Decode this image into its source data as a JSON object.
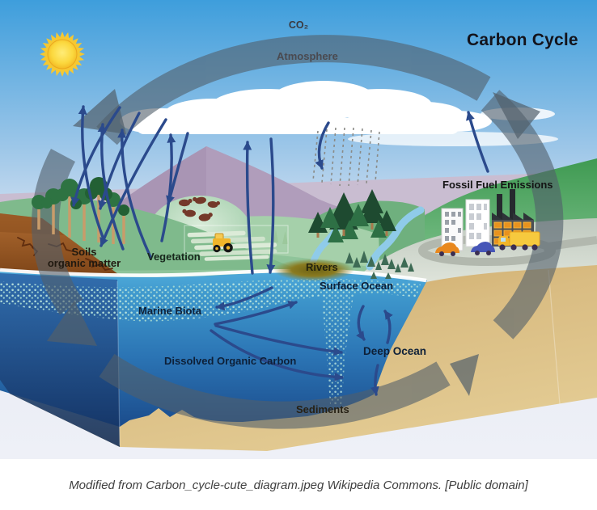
{
  "title": "Carbon Cycle",
  "caption": "Modified from Carbon_cycle-cute_diagram.jpeg Wikipedia Commons. [Public domain]",
  "labels": {
    "co2": "CO₂",
    "atmosphere": "Atmosphere",
    "fossil_fuel_emissions": "Fossil Fuel Emissions",
    "soils_line1": "Soils",
    "soils_line2": "organic matter",
    "vegetation": "Vegetation",
    "rivers": "Rivers",
    "surface_ocean": "Surface Ocean",
    "marine_biota": "Marine Biota",
    "dissolved_organic_carbon": "Dissolved Organic Carbon",
    "deep_ocean": "Deep Ocean",
    "sediments": "Sediments"
  },
  "scene_elements": [
    "sun-icon",
    "cloud-icon",
    "rain-icon",
    "mountains",
    "broadleaf-trees",
    "conifer-trees",
    "marsh-trees",
    "cows",
    "tractor-icon",
    "hay-rows",
    "river",
    "road",
    "factory-icon",
    "truck-icon",
    "car-icon",
    "carbon-cycle-band",
    "flux-arrows",
    "ocean-cutaway-block",
    "sediment-seafloor"
  ],
  "palette": {
    "sky_top": "#3E9EDC",
    "cycle_band": "#515F6B",
    "flux_arrow": "#2B4A8C",
    "surface_ocean": "#4FAADA",
    "deep_ocean": "#1B4C8C",
    "soil_brown": "#A05F28",
    "sand": "#D3B679",
    "vegetation_green": "#7FBA8C",
    "mountain_mauve": "#A995B4",
    "sun_yellow": "#F6C62E"
  }
}
